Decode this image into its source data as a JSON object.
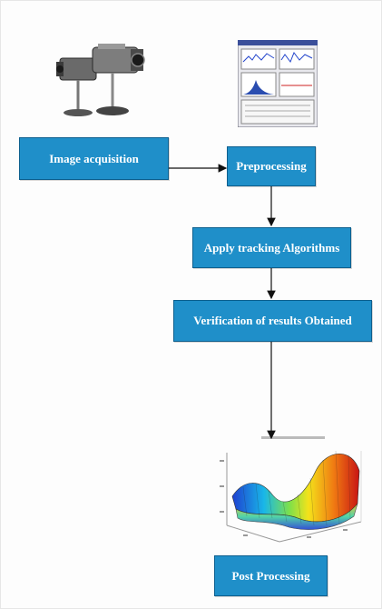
{
  "diagram": {
    "steps": {
      "image_acquisition": "Image acquisition",
      "preprocessing": "Preprocessing",
      "apply_tracking": "Apply tracking Algorithms",
      "verification": "Verification of results Obtained",
      "post_processing": "Post Processing"
    },
    "colors": {
      "box_fill": "#1f8fc9",
      "box_border": "#0d5f8e",
      "arrow": "#111111"
    },
    "icons": {
      "camera": "camera-icon",
      "software": "software-window-icon",
      "surface_plot": "surface-plot-icon"
    }
  }
}
